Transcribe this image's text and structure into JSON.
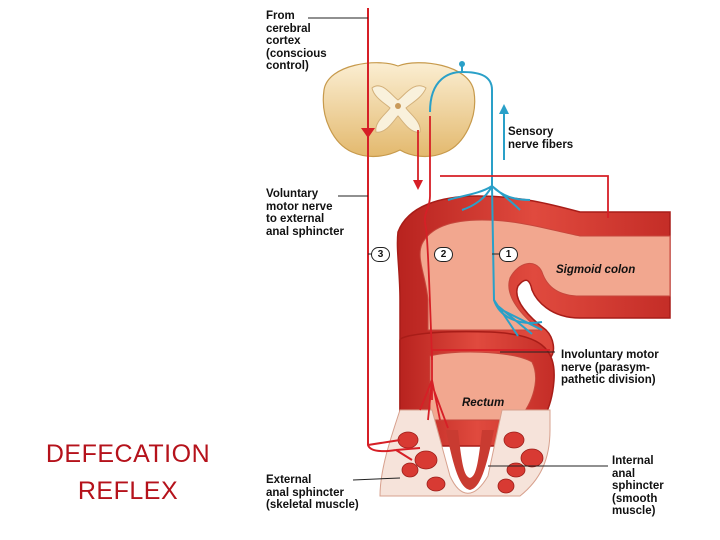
{
  "title": {
    "line1": "DEFECATION",
    "line2": "REFLEX"
  },
  "diagram": {
    "labels": {
      "cerebral": [
        "From",
        "cerebral",
        "cortex",
        "(conscious",
        "control)"
      ],
      "sensory": [
        "Sensory",
        "nerve fibers"
      ],
      "voluntary": [
        "Voluntary",
        "motor nerve",
        "to external",
        "anal sphincter"
      ],
      "sigmoid": "Sigmoid colon",
      "involuntary": [
        "Involuntary motor",
        "nerve (parasym-",
        "pathetic division)"
      ],
      "rectum": "Rectum",
      "external": [
        "External",
        "anal sphincter",
        "(skeletal muscle)"
      ],
      "internal": [
        "Internal",
        "anal",
        "sphincter",
        "(smooth",
        "muscle)"
      ]
    },
    "steps": [
      "3",
      "2",
      "1"
    ]
  },
  "colors": {
    "title": "#b5121b",
    "motor_nerve": "#d61f26",
    "sensory_nerve": "#2aa0c8",
    "colon_wall": "#d9413a",
    "colon_lumen": "#f7d2c2",
    "spinal_cord": "#f3dba8"
  }
}
